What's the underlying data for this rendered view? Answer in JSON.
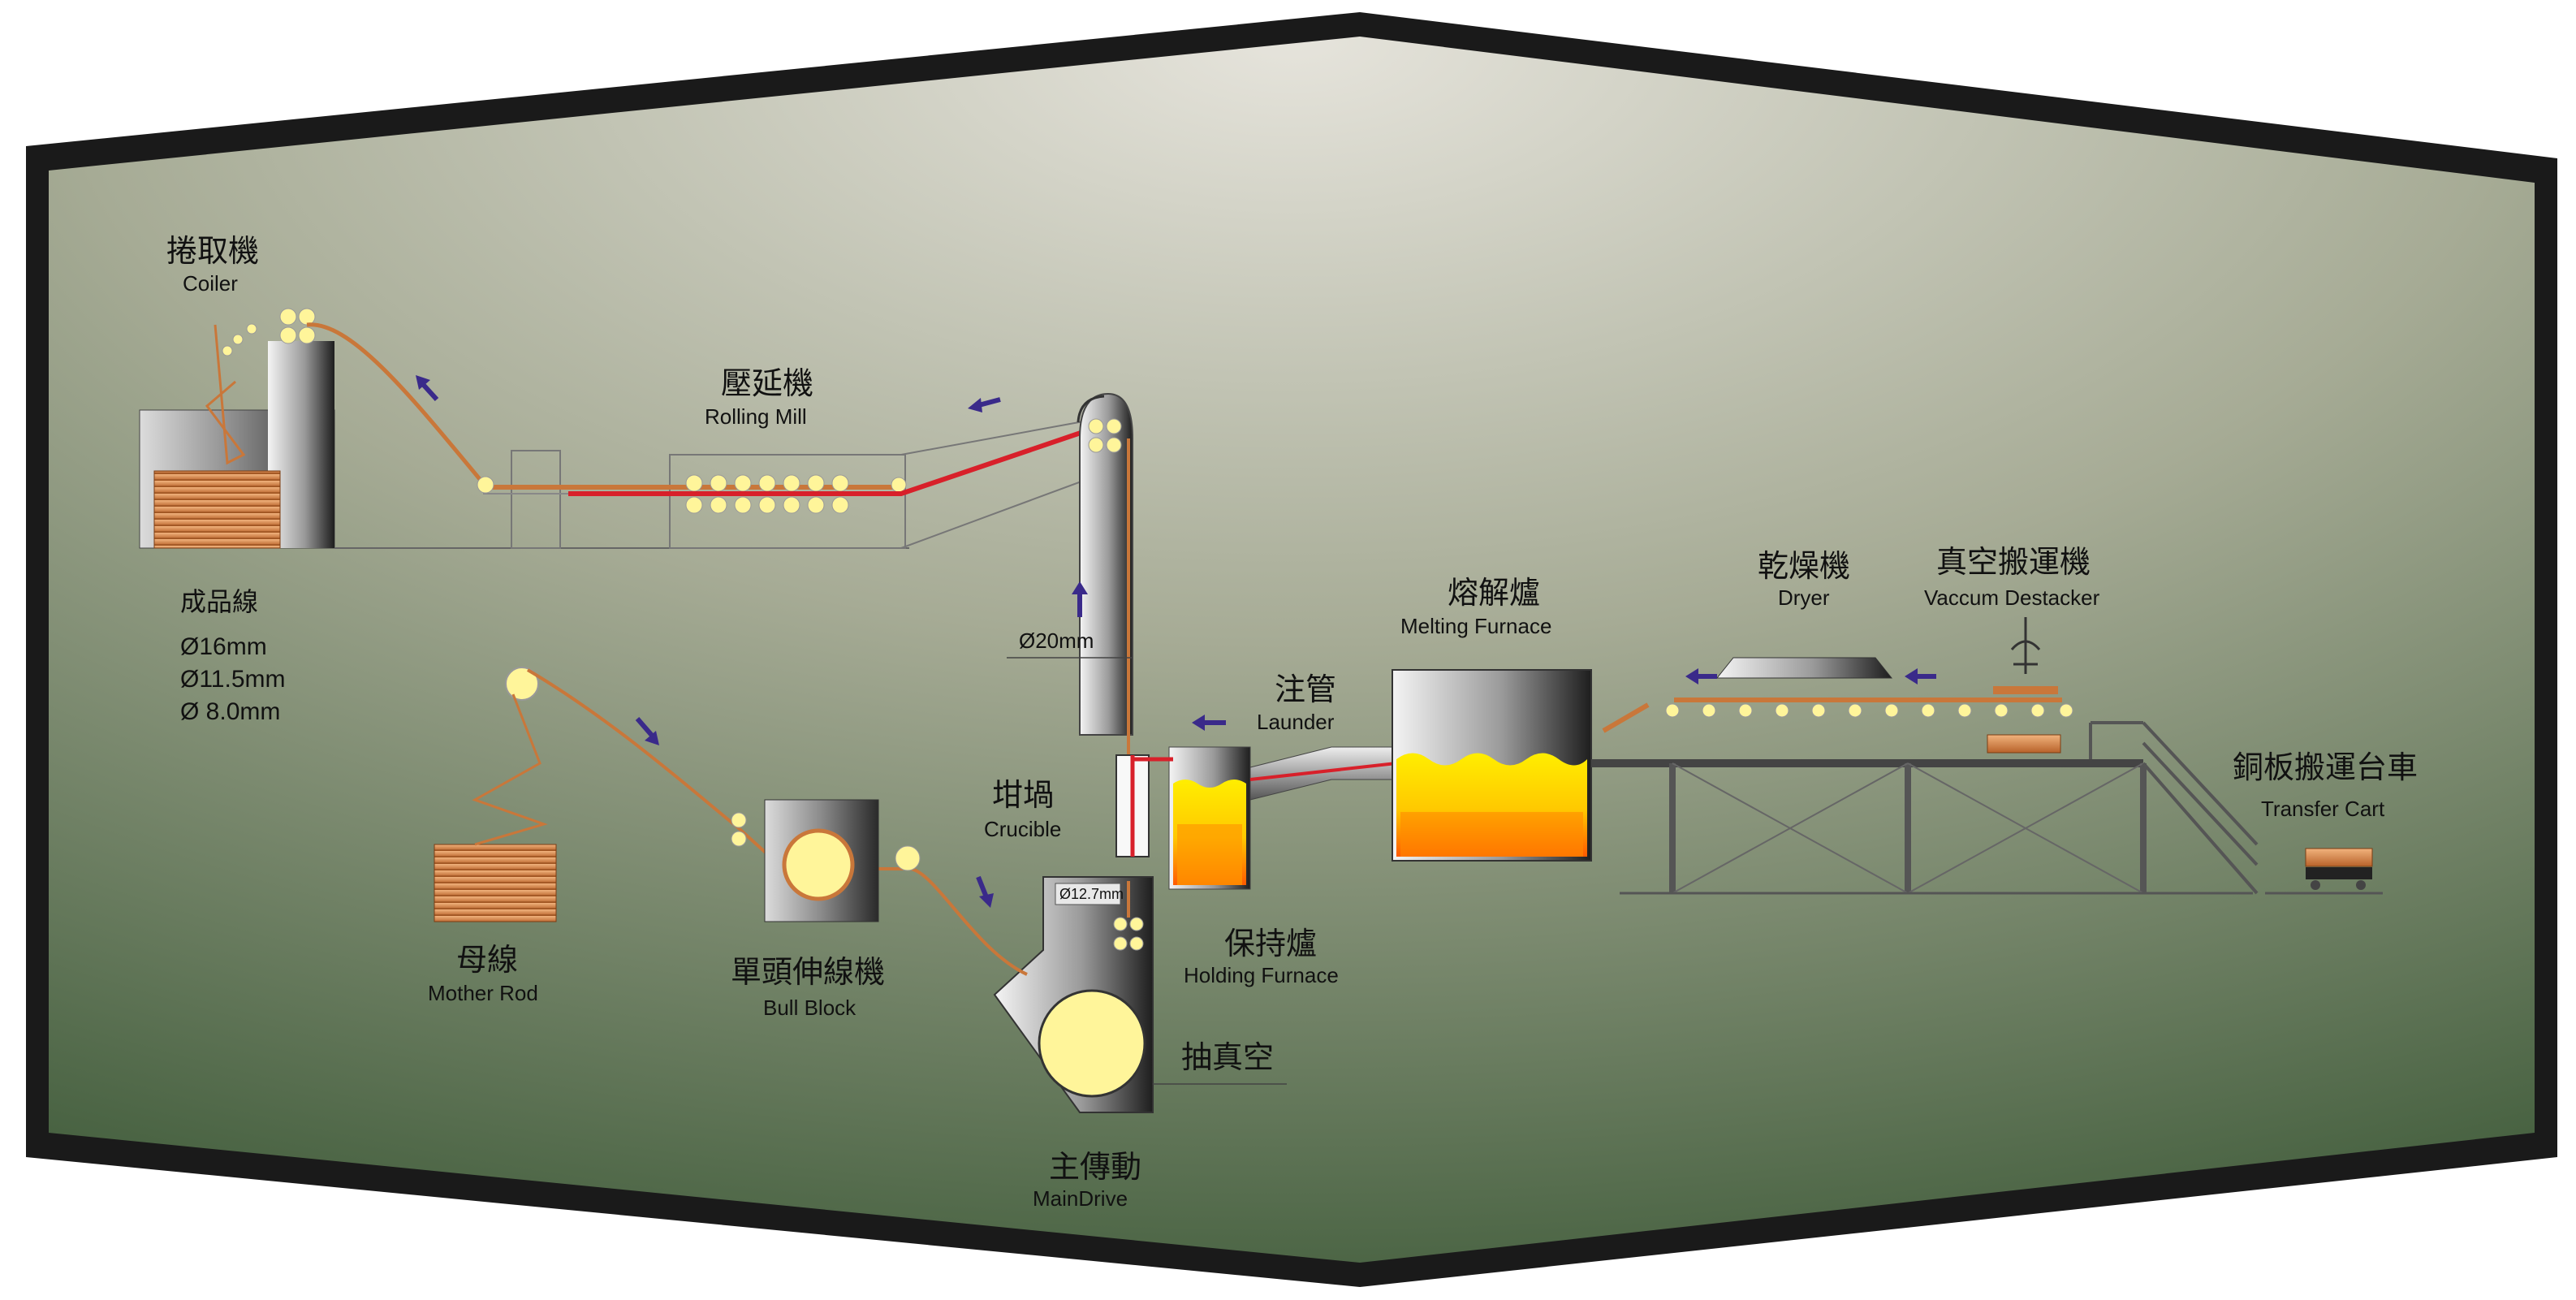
{
  "colors": {
    "frame": "#1a1a1a",
    "panel_light": "#e6e4dc",
    "panel_dark": "#3b5836",
    "copper": "#c9773a",
    "rod_red": "#d8202a",
    "roller": "#fff59a",
    "arrow": "#3a2a8a",
    "machine_steel": "#8f8f8f",
    "flame_yellow": "#ffe600",
    "flame_orange": "#ff6a00"
  },
  "labels": {
    "coiler_zh": "捲取機",
    "coiler_en": "Coiler",
    "rolling_zh": "壓延機",
    "rolling_en": "Rolling Mill",
    "product_zh": "成品線",
    "product_d1": "Ø16mm",
    "product_d2": "Ø11.5mm",
    "product_d3": "Ø 8.0mm",
    "d20": "Ø20mm",
    "launder_zh": "注管",
    "launder_en": "Launder",
    "melting_zh": "熔解爐",
    "melting_en": "Melting Furnace",
    "dryer_zh": "乾燥機",
    "dryer_en": "Dryer",
    "destacker_zh": "真空搬運機",
    "destacker_en": "Vaccum Destacker",
    "transfer_zh": "銅板搬運台車",
    "transfer_en": "Transfer Cart",
    "crucible_zh": "坩堝",
    "crucible_en": "Crucible",
    "holding_zh": "保持爐",
    "holding_en": "Holding Furnace",
    "vacuum_zh": "抽真空",
    "maindrive_zh": "主傳動",
    "maindrive_en": "MainDrive",
    "mother_zh": "母線",
    "mother_en": "Mother Rod",
    "bull_zh": "單頭伸線機",
    "bull_en": "Bull Block",
    "d127": "Ø12.7mm"
  }
}
